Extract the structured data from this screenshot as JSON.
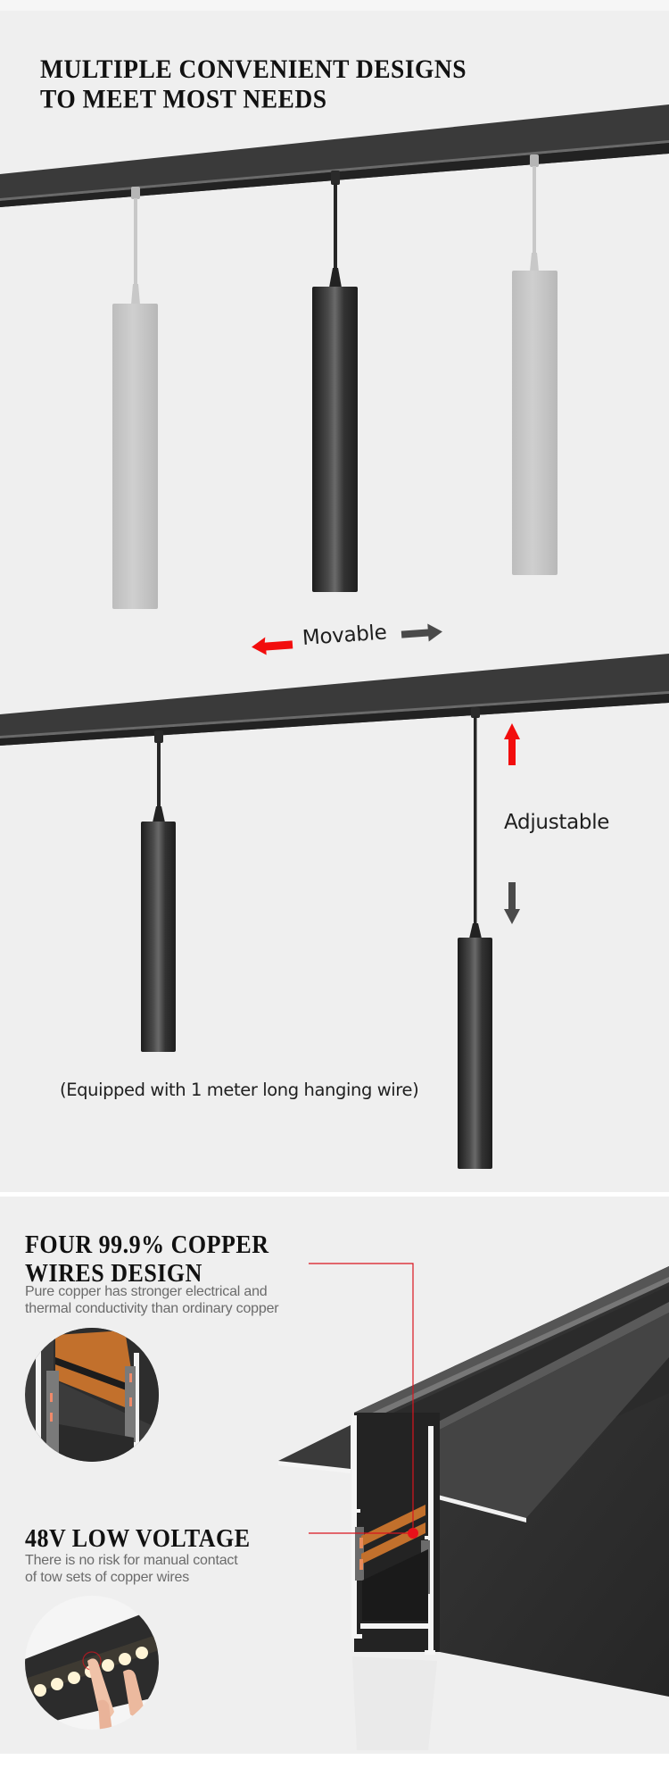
{
  "section_multi_design": {
    "title_lines": [
      "MULTIPLE CONVENIENT DESIGNS",
      "TO MEET MOST NEEDS"
    ],
    "movable_label": "Movable",
    "adjustable_label": "Adjustable",
    "wire_note": "(Equipped with 1 meter long hanging wire)",
    "arrows": {
      "movable_left": {
        "icon": "arrow-left-icon",
        "color": "#f20d0d"
      },
      "movable_right": {
        "icon": "arrow-right-icon",
        "color": "#4a4a4a"
      },
      "adjust_up": {
        "icon": "arrow-up-icon",
        "color": "#f20d0d"
      },
      "adjust_down": {
        "icon": "arrow-down-icon",
        "color": "#4a4a4a"
      }
    }
  },
  "section_features": {
    "features": [
      {
        "title_lines": [
          "FOUR 99.9% COPPER",
          "WIRES DESIGN"
        ],
        "description_lines": [
          "Pure copper has stronger electrical and",
          "thermal conductivity than ordinary copper"
        ],
        "inset": "copper-wires-closeup"
      },
      {
        "title_lines": [
          "48V LOW VOLTAGE"
        ],
        "description_lines": [
          "There is no risk for manual contact",
          "of tow sets of copper wires"
        ],
        "inset": "finger-touching-led-strip"
      }
    ],
    "callout_color": "#d9141e",
    "copper_color": "#c2702c"
  },
  "colors": {
    "background": "#efefef",
    "track": "#2e2e2e",
    "pendant_black": "#262626",
    "pendant_ghost": "#c4c4c4"
  }
}
